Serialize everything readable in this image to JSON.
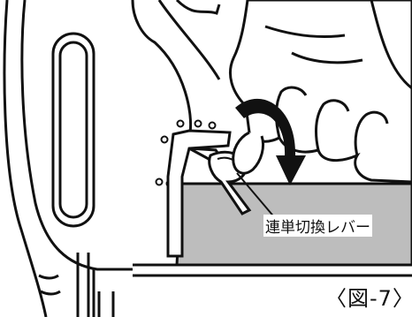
{
  "callout_label": "連単切換レバー",
  "figure_label": "〈図-7〉",
  "colors": {
    "line": "#111111",
    "shade": "#bdbdbd",
    "paper": "#ffffff"
  },
  "icons": [
    "hand",
    "curved-arrow",
    "lever"
  ]
}
